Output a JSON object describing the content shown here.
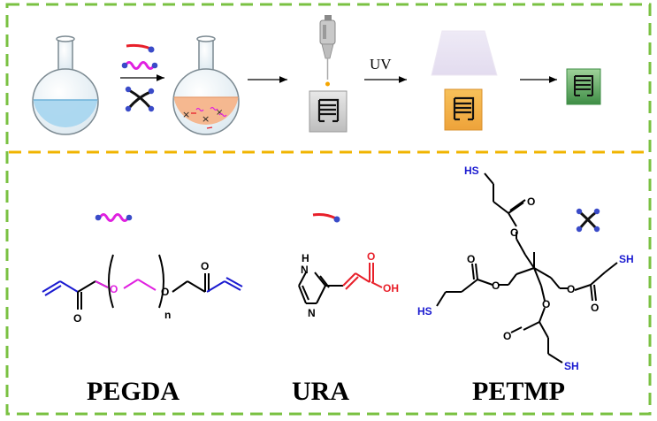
{
  "step_label": "UV",
  "molecules": [
    {
      "name": "PEGDA",
      "repeat_subscript": "n"
    },
    {
      "name": "URA"
    },
    {
      "name": "PETMP"
    }
  ],
  "atoms": {
    "oxygen": "O",
    "hydroxyl": "OH",
    "amine": "N",
    "amine_h": "H",
    "thiol": "SH",
    "thiol_rev": "HS"
  },
  "colors": {
    "border_green": "#7ac142",
    "divider_orange": "#f0b400",
    "pegda_magenta": "#e020e0",
    "ura_red": "#e8202a",
    "bond_blue": "#1a1ad0",
    "bead_blue": "#3a4bc8",
    "flask_liquid_blue": "#a9d6ef",
    "flask_liquid_orange": "#f6b48a",
    "slab_orange": "#f6b24a",
    "slab_gray": "#cfcfcf",
    "slab_green": "#5aa55a",
    "uv_lamp": "#e9e3f2"
  },
  "icons": [
    "flask-icon",
    "pipette-icon",
    "mold-icon",
    "uv-lamp-icon",
    "arrow-icon"
  ]
}
